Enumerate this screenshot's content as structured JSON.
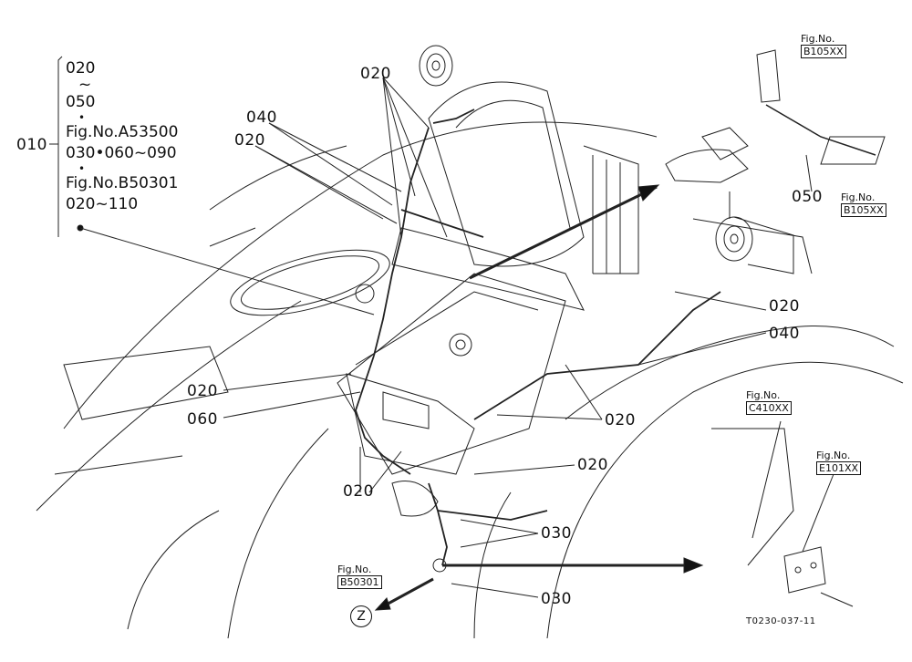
{
  "side_list": {
    "parent": "010",
    "lines": [
      "020",
      "~",
      "050",
      "•",
      "Fig.No.A53500",
      "030•060~090",
      "•",
      "Fig.No.B50301",
      "020~110"
    ]
  },
  "callouts": [
    {
      "id": "c-020-top",
      "text": "020"
    },
    {
      "id": "c-040-left",
      "text": "040"
    },
    {
      "id": "c-020-left",
      "text": "020"
    },
    {
      "id": "c-020-right-a",
      "text": "020"
    },
    {
      "id": "c-040-right",
      "text": "040"
    },
    {
      "id": "c-050",
      "text": "050"
    },
    {
      "id": "c-020-mid-l",
      "text": "020"
    },
    {
      "id": "c-060",
      "text": "060"
    },
    {
      "id": "c-020-mid-r",
      "text": "020"
    },
    {
      "id": "c-020-low-r",
      "text": "020"
    },
    {
      "id": "c-020-bottom-l",
      "text": "020"
    },
    {
      "id": "c-030-a",
      "text": "030"
    },
    {
      "id": "c-030-b",
      "text": "030"
    }
  ],
  "fig_refs": [
    {
      "id": "fig-top-right",
      "label": "Fig.No.",
      "value": "B105XX"
    },
    {
      "id": "fig-mid-right",
      "label": "Fig.No.",
      "value": "B105XX"
    },
    {
      "id": "fig-c410",
      "label": "Fig.No.",
      "value": "C410XX"
    },
    {
      "id": "fig-e101",
      "label": "Fig.No.",
      "value": "E101XX"
    },
    {
      "id": "fig-b50301",
      "label": "Fig.No.",
      "value": "B50301"
    }
  ],
  "view_marker": "Z",
  "drawing_code": "T0230-037-11"
}
